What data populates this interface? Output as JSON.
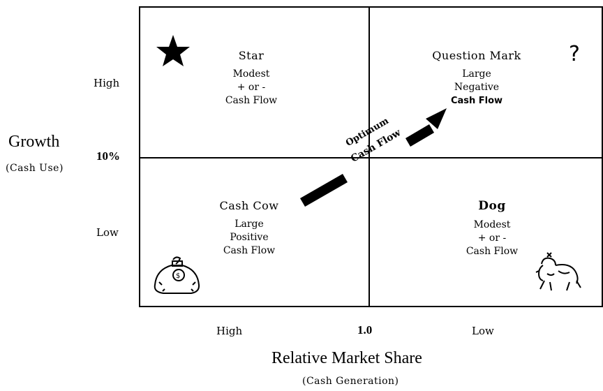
{
  "y_axis": {
    "title": "Growth",
    "subtitle": "(Cash Use)",
    "high_label": "High",
    "mid_label": "10%",
    "low_label": "Low"
  },
  "x_axis": {
    "title": "Relative Market Share",
    "subtitle": "(Cash Generation)",
    "high_label": "High",
    "mid_label": "1.0",
    "low_label": "Low"
  },
  "quadrants": {
    "star": {
      "title": "Star",
      "line1": "Modest",
      "line2": "+ or -",
      "line3": "Cash Flow",
      "icon": "star-icon"
    },
    "question_mark": {
      "title": "Question Mark",
      "line1": "Large",
      "line2": "Negative",
      "line3": "Cash Flow",
      "icon": "question-mark-icon",
      "icon_text": "?"
    },
    "cash_cow": {
      "title": "Cash Cow",
      "line1": "Large",
      "line2": "Positive",
      "line3": "Cash Flow",
      "icon": "money-bag-icon"
    },
    "dog": {
      "title": "Dog",
      "line1": "Modest",
      "line2": "+ or -",
      "line3": "Cash Flow",
      "icon": "dog-icon"
    }
  },
  "arrow": {
    "line1": "Optimum",
    "line2": "Cash Flow"
  },
  "colors": {
    "ink": "#000000",
    "background": "#ffffff"
  }
}
